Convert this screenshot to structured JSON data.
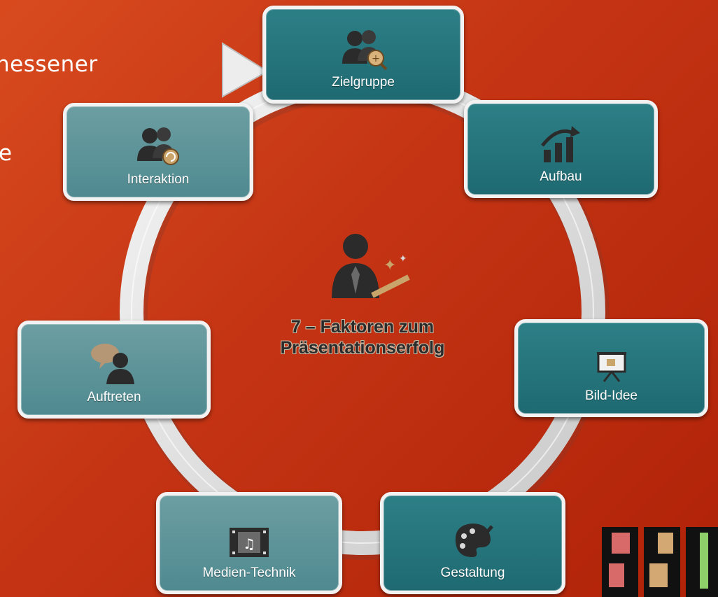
{
  "background_text": {
    "line1": "nessener",
    "line2": "e"
  },
  "center": {
    "title_line1": "7 – Faktoren zum",
    "title_line2": "Präsentationserfolg"
  },
  "factors": [
    {
      "label": "Zielgruppe",
      "icon": "users-search-icon"
    },
    {
      "label": "Aufbau",
      "icon": "growth-chart-icon"
    },
    {
      "label": "Bild-Idee",
      "icon": "presentation-board-icon"
    },
    {
      "label": "Gestaltung",
      "icon": "palette-icon"
    },
    {
      "label": "Medien-Technik",
      "icon": "film-music-icon"
    },
    {
      "label": "Auftreten",
      "icon": "speaker-bubble-icon"
    },
    {
      "label": "Interaktion",
      "icon": "users-refresh-icon"
    }
  ],
  "colors": {
    "background": "#c43414",
    "card_dark": "#1f6a72",
    "card_light": "#5b9297",
    "ring": "#e6e6e6"
  }
}
